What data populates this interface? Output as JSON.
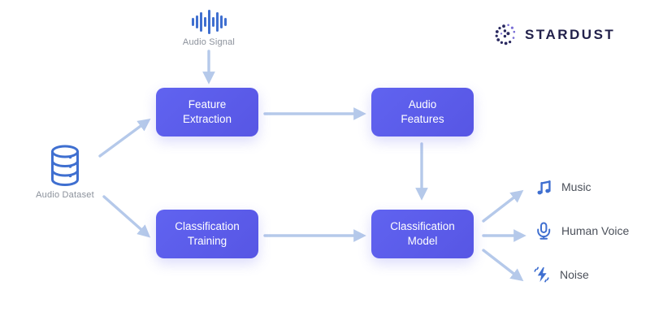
{
  "logo": {
    "text": "STARDUST"
  },
  "nodes": {
    "audio_signal": {
      "label": "Audio Signal"
    },
    "audio_dataset": {
      "label": "Audio Dataset"
    },
    "feature_extraction": {
      "label": "Feature\nExtraction"
    },
    "audio_features": {
      "label": "Audio\nFeatures"
    },
    "classification_training": {
      "label": "Classification\nTraining"
    },
    "classification_model": {
      "label": "Classification\nModel"
    }
  },
  "outputs": [
    {
      "icon": "music-icon",
      "label": "Music"
    },
    {
      "icon": "microphone-icon",
      "label": "Human Voice"
    },
    {
      "icon": "noise-icon",
      "label": "Noise"
    }
  ],
  "icons": {
    "waveform-icon": "audio signal waveform bars",
    "database-icon": "audio dataset cylinder database",
    "music-icon": "beamed music notes",
    "microphone-icon": "microphone",
    "noise-icon": "lightning bolt with spark marks",
    "stardust-logo-icon": "dotted swirl circle"
  },
  "colors": {
    "box_purple": "#5a5beb",
    "arrow_blue": "#b5c9ea",
    "icon_blue": "#3f6fd0",
    "logo_navy": "#22214b",
    "label_gray": "#8b919b",
    "output_text": "#4b505a",
    "background": "#ffffff"
  }
}
